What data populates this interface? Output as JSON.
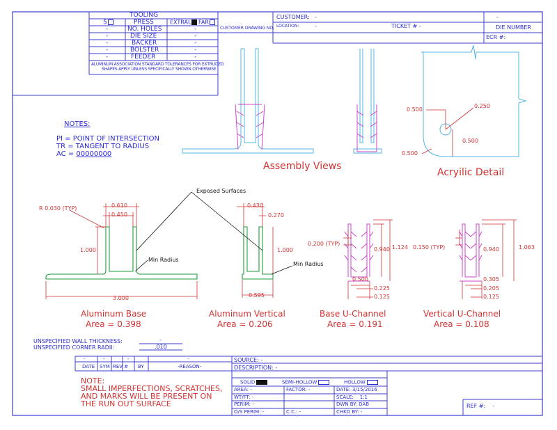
{
  "tooling": {
    "title": "TOOLING",
    "press_qty": "5",
    "press_label": "PRESS",
    "extral_label": "EXTRAL",
    "far_label": "FAR",
    "rows": [
      {
        "left": "-",
        "label": "NO. HOLES",
        "right": "-"
      },
      {
        "left": "-",
        "label": "DIE SIZE",
        "right": "-"
      },
      {
        "left": "-",
        "label": "BACKER",
        "right": "-"
      },
      {
        "left": "-",
        "label": "BOLSTER",
        "right": "-"
      },
      {
        "left": "-",
        "label": "FEEDER",
        "right": "-"
      }
    ],
    "tolerance_note_1": "ALUMINUM ASSOCIATION STANDARD TOLERANCES FOR EXTRUDED",
    "tolerance_note_2": "SHAPES APPLY UNLESS SPECIFICALLY SHOWN OTHERWISE"
  },
  "header": {
    "customer_drawing_label": "CUSTOMER DRAWING NO.",
    "customer_label": "CUSTOMER:",
    "customer_value": "-",
    "location_label": "LOCATION:",
    "location_value": "-",
    "ticket_label": "TICKET # -",
    "die_number_value": "-",
    "die_number_label": "DIE NUMBER",
    "ecr_label": "ECR #:"
  },
  "notes": {
    "title": "NOTES:",
    "line1": "PI = POINT OF INTERSECTION",
    "line2": "TR = TANGENT TO RADIUS",
    "line3_prefix": "AC = ",
    "line3_value": "00000000"
  },
  "views": {
    "assembly": "Assembly Views",
    "acrylic": "Acryilic Detail",
    "acrylic_dims": [
      "0.500",
      "0.250",
      "0.500",
      "0.500"
    ],
    "exposed_surfaces": "Exposed Surfaces",
    "min_radius": "Min Radius"
  },
  "parts": [
    {
      "name": "Aluminum Base",
      "area": "Area = 0.398"
    },
    {
      "name": "Aluminum Vertical",
      "area": "Area = 0.206"
    },
    {
      "name": "Base U-Channel",
      "area": "Area = 0.191"
    },
    {
      "name": "Vertical U-Channel",
      "area": "Area = 0.108"
    }
  ],
  "dims": {
    "base": {
      "r": "R 0.030 (TYP)",
      "top1": "0.610",
      "top2": "0.450",
      "height": "1.000",
      "width": "3.000"
    },
    "vertical": {
      "top1": "0.430",
      "top2": "0.270",
      "height": "1.000",
      "width": "0.595"
    },
    "base_channel": {
      "typ": "0.200 (TYP)",
      "h1": "0.940",
      "h2": "1.124",
      "w1": "0.500",
      "w2": "0.225",
      "w3": "0.125"
    },
    "vert_channel": {
      "typ": "0.150 (TYP)",
      "h1": "0.940",
      "h2": "1.063",
      "w1": "0.305",
      "w2": "0.205",
      "w3": "0.125"
    }
  },
  "spec": {
    "wall_label": "UNSPECIFIED WALL THICKNESS:",
    "wall_value": "-",
    "radii_label": "UNSPECIFIED CORNER RADII:",
    "radii_value": ".010"
  },
  "revision": {
    "row_values": [
      "-",
      "-",
      "-",
      "-"
    ],
    "headers": [
      "DATE",
      "SYM",
      "REV #",
      "BY",
      "-REASON-"
    ]
  },
  "shop_note": {
    "title": "NOTE:",
    "line1": "SMALL IMPERFECTIONS, SCRATCHES,",
    "line2": "AND MARKS WILL BE PRESENT ON",
    "line3": "THE RUN OUT SURFACE"
  },
  "titleblock": {
    "source": "SOURCE: -",
    "description": "DESCRIPTION: -",
    "solid": "SOLID",
    "semi_hollow": "SEMI-HOLLOW",
    "hollow": "HOLLOW",
    "area": "AREA: -",
    "factor": "FACTOR: -",
    "date_label": "DATE:",
    "date_value": "3/15/2016",
    "wtft": "WT/FT: -",
    "scale_label": "SCALE:",
    "scale_value": "1:1",
    "perim": "PERIM: -",
    "dwn_label": "DWN BY:",
    "dwn_value": "DAB",
    "os_perim": "O/S PERIM: -",
    "cc": "C.C.: -",
    "chkd": "CHKD BY: -",
    "ref_label": "REF #:",
    "ref_value": "-"
  }
}
